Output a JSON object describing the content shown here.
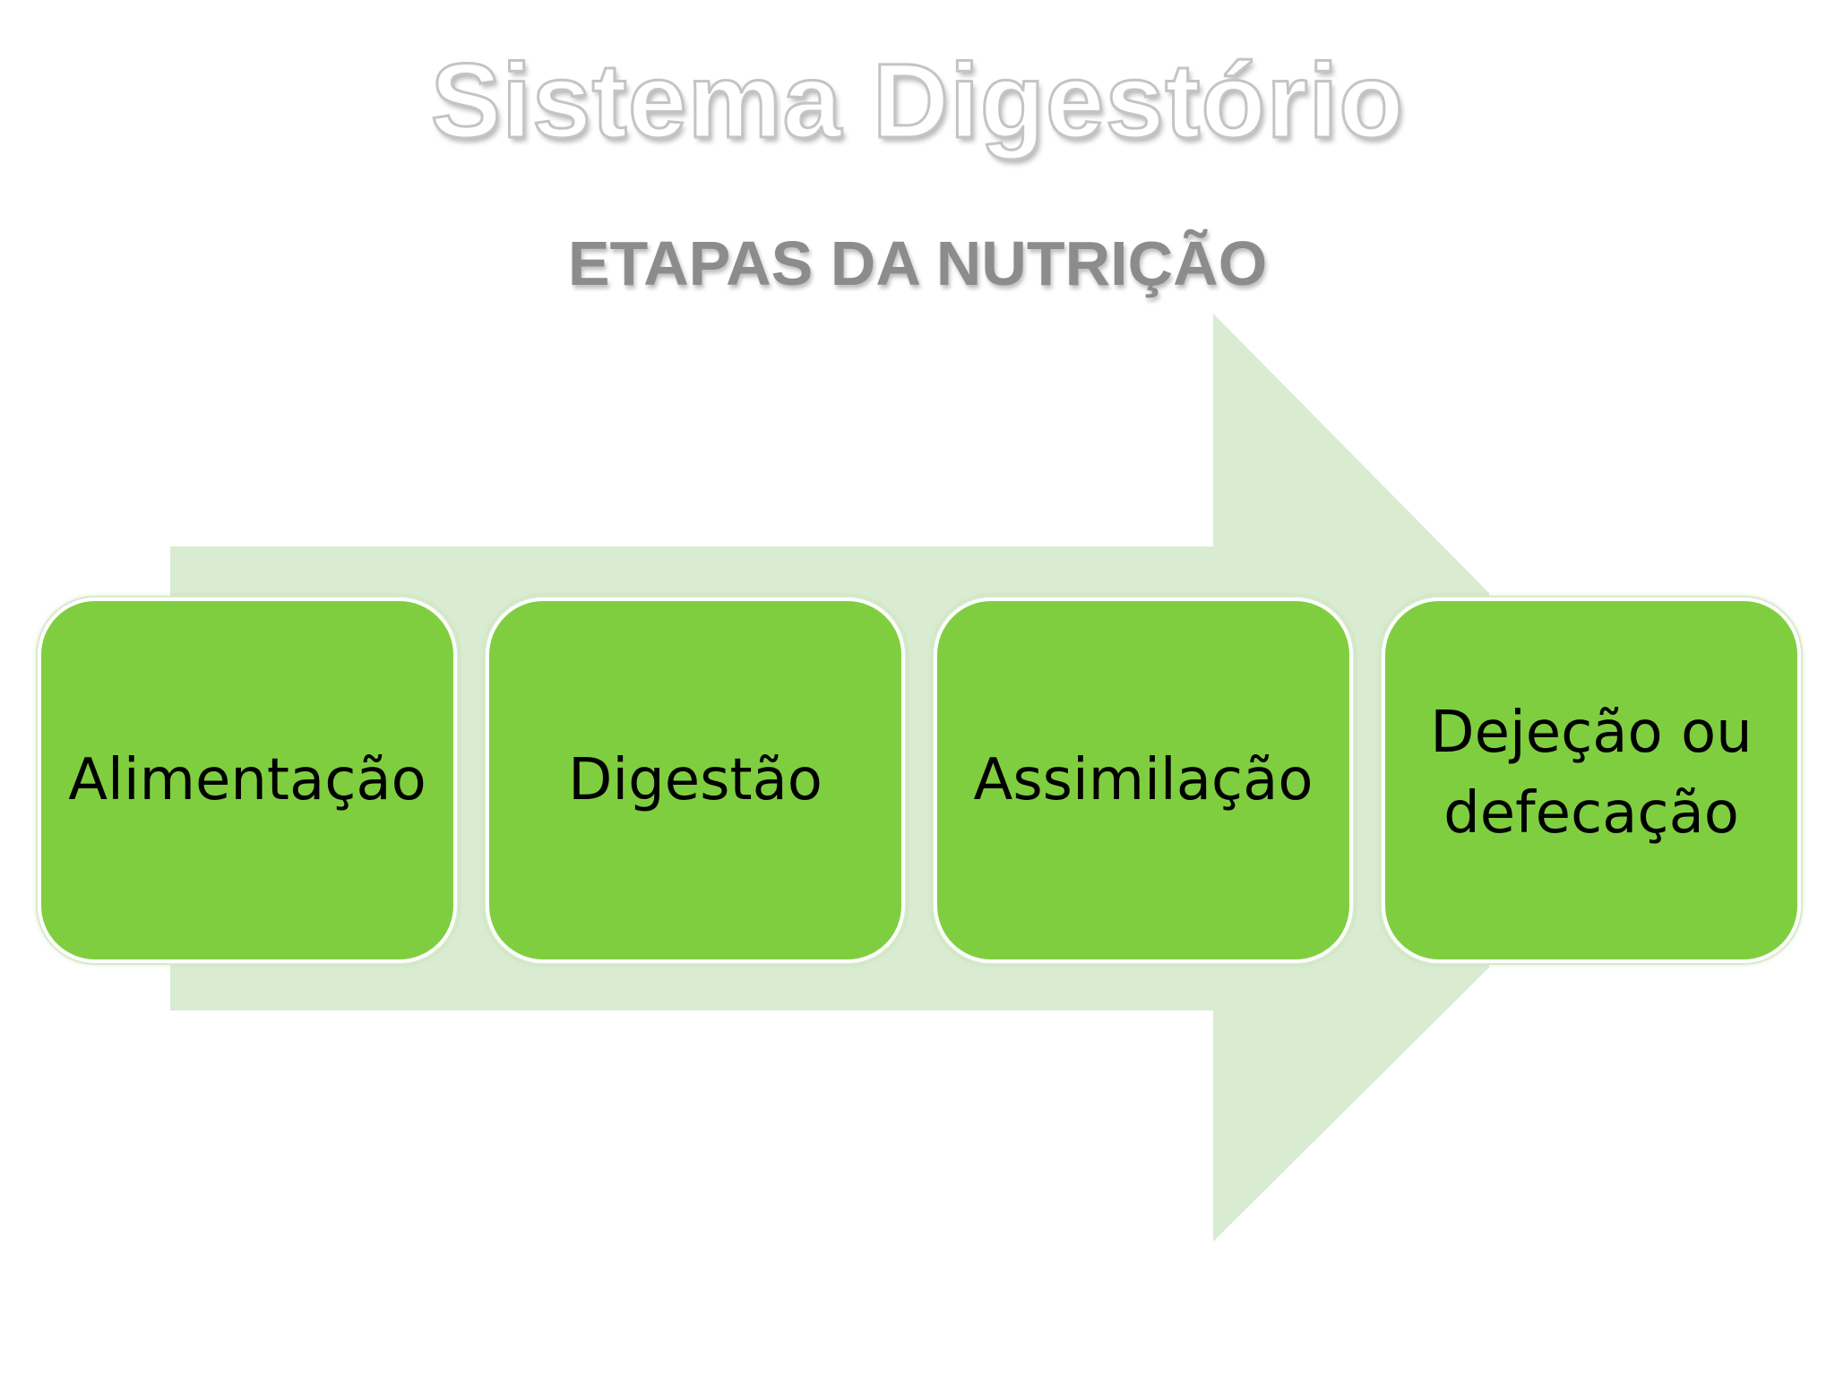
{
  "slide": {
    "title": "Sistema Digestório",
    "subtitle": "ETAPAS DA NUTRIÇÃO"
  },
  "steps": [
    {
      "label": "Alimentação"
    },
    {
      "label": "Digestão"
    },
    {
      "label": "Assimilação"
    },
    {
      "label": "Dejeção ou defecação"
    }
  ],
  "colors": {
    "box_fill": "#7fce40",
    "arrow_fill": "#d9ecd2",
    "subtitle": "#8c8c8c"
  }
}
